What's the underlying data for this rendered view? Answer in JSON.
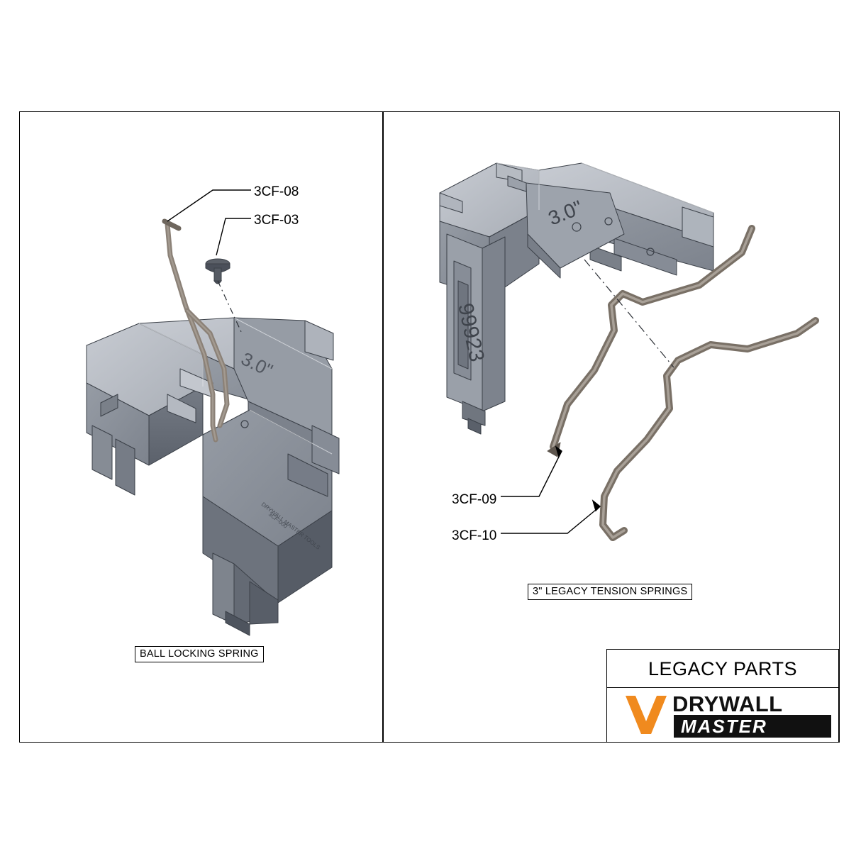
{
  "sheet": {
    "title_block": {
      "title": "LEGACY PARTS",
      "logo_primary": "DRYWALL",
      "logo_secondary": "MASTER",
      "logo_chevron_color": "#F08A1E"
    },
    "panels": [
      {
        "id": "left-panel",
        "caption": "BALL LOCKING SPRING",
        "callouts": [
          {
            "id": "3cf-08",
            "label": "3CF-08"
          },
          {
            "id": "3cf-03",
            "label": "3CF-03"
          }
        ],
        "part_markings": [
          {
            "text": "3.0\""
          }
        ]
      },
      {
        "id": "right-panel",
        "caption": "3\" LEGACY TENSION SPRINGS",
        "callouts": [
          {
            "id": "3cf-09",
            "label": "3CF-09"
          },
          {
            "id": "3cf-10",
            "label": "3CF-10"
          }
        ],
        "part_markings": [
          {
            "text": "3.0\""
          },
          {
            "text": "99923"
          }
        ]
      }
    ],
    "colors": {
      "line": "#000000",
      "metal_light": "#b9bdc4",
      "metal_mid": "#8d939c",
      "metal_dark": "#6b717b",
      "metal_darkest": "#4e535c",
      "spring": "#8b8177",
      "background": "#ffffff"
    }
  }
}
